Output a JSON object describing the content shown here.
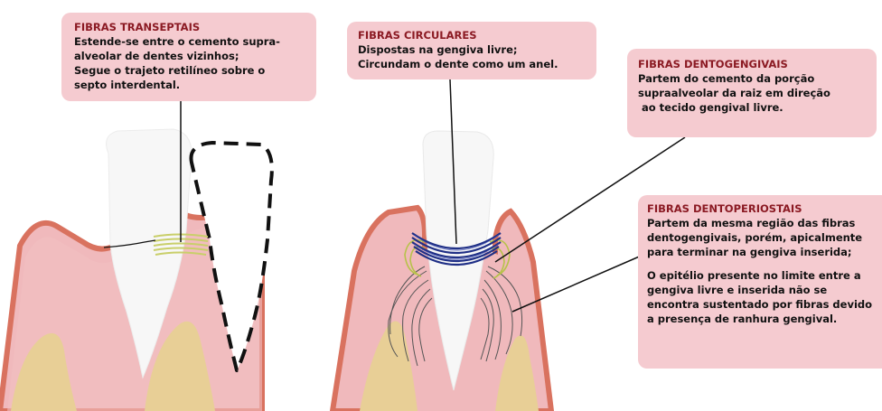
{
  "labels": {
    "transeptais": {
      "title": "FIBRAS TRANSEPTAIS",
      "lines": [
        "Estende-se entre o cemento supra-",
        "alveolar de dentes vizinhos;",
        "Segue o trajeto retilíneo sobre o",
        "septo interdental."
      ]
    },
    "circulares": {
      "title": "FIBRAS CIRCULARES",
      "lines": [
        "Dispostas na gengiva livre;",
        "Circundam o dente como um anel."
      ]
    },
    "dentogengivais": {
      "title": "FIBRAS DENTOGENGIVAIS",
      "lines": [
        "Partem do cemento da porção",
        "supraalveolar da raiz em direção",
        " ao tecido gengival livre."
      ]
    },
    "dentoperiostais": {
      "title": "FIBRAS DENTOPERIOSTAIS",
      "lines": [
        "Partem da mesma região das fibras",
        "dentogengivais, porém, apicalmente",
        "para terminar na gengiva inserida;"
      ],
      "note_lines": [
        "O epitélio presente no limite entre a",
        "gengiva livre e inserida não se",
        "encontra sustentado por fibras devido",
        "a presença de ranhura gengival."
      ]
    }
  },
  "colors": {
    "label_bg": "#f5cbd0",
    "title_text": "#8b1a23",
    "gingiva": "#f0b9bc",
    "gingiva_edge": "#d9725f",
    "bone": "#e8cf96",
    "tooth": "#f7f7f7",
    "transseptal_fibers": "#c9cf6a",
    "circular_fibers": "#1f2f86",
    "dentogingival_fibers": "#b7c24a",
    "dentoperiosteal_fibers": "#555555"
  }
}
